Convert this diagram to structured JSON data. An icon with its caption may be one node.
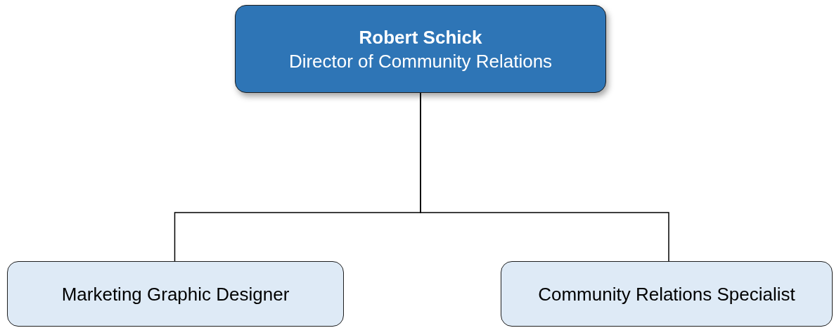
{
  "diagram": {
    "nodes": [
      {
        "text": [
          "Robert Schick",
          "Director of Community Relations"
        ]
      },
      {
        "text": [
          "Marketing Graphic Designer"
        ]
      },
      {
        "text": [
          "Community Relations Specialist"
        ]
      }
    ],
    "edges": [
      {
        "from": 0,
        "to": 1,
        "arrow": "none"
      },
      {
        "from": 0,
        "to": 2,
        "arrow": "none"
      }
    ]
  }
}
